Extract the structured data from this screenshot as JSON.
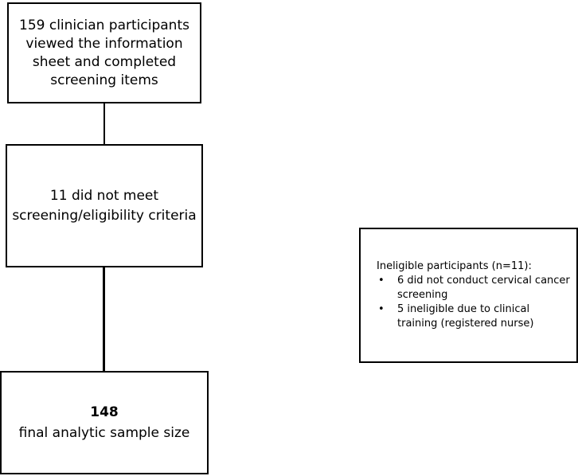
{
  "flowchart": {
    "screened": "159 clinician participants viewed the information sheet and completed screening items",
    "excluded": "11 did not meet screening/eligibility criteria",
    "final_count": "148",
    "final_label": "final analytic sample size",
    "ineligible": {
      "title": "Ineligible participants (n=11):",
      "items": [
        "6 did not conduct cervical cancer screening",
        "5 ineligible due to clinical training (registered nurse)"
      ],
      "bullet": "•"
    }
  }
}
